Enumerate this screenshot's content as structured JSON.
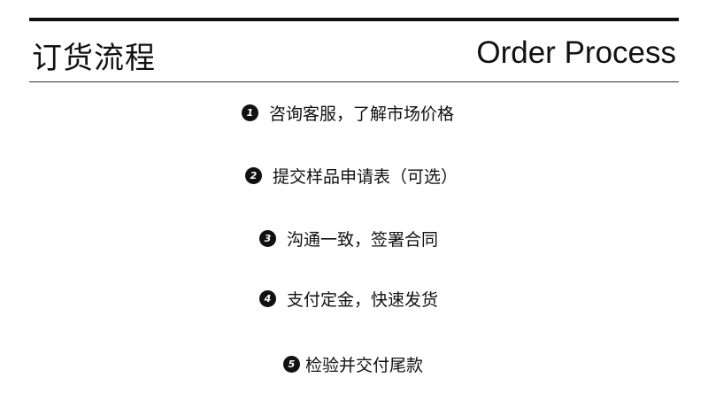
{
  "header": {
    "title_cn": "订货流程",
    "title_en": "Order Process"
  },
  "steps": [
    {
      "num": "1",
      "text": "咨询客服，了解市场价格"
    },
    {
      "num": "2",
      "text": "提交样品申请表（可选）"
    },
    {
      "num": "3",
      "text": "沟通一致，签署合同"
    },
    {
      "num": "4",
      "text": "支付定金，快速发货"
    },
    {
      "num": "5",
      "text": "检验并交付尾款"
    }
  ]
}
